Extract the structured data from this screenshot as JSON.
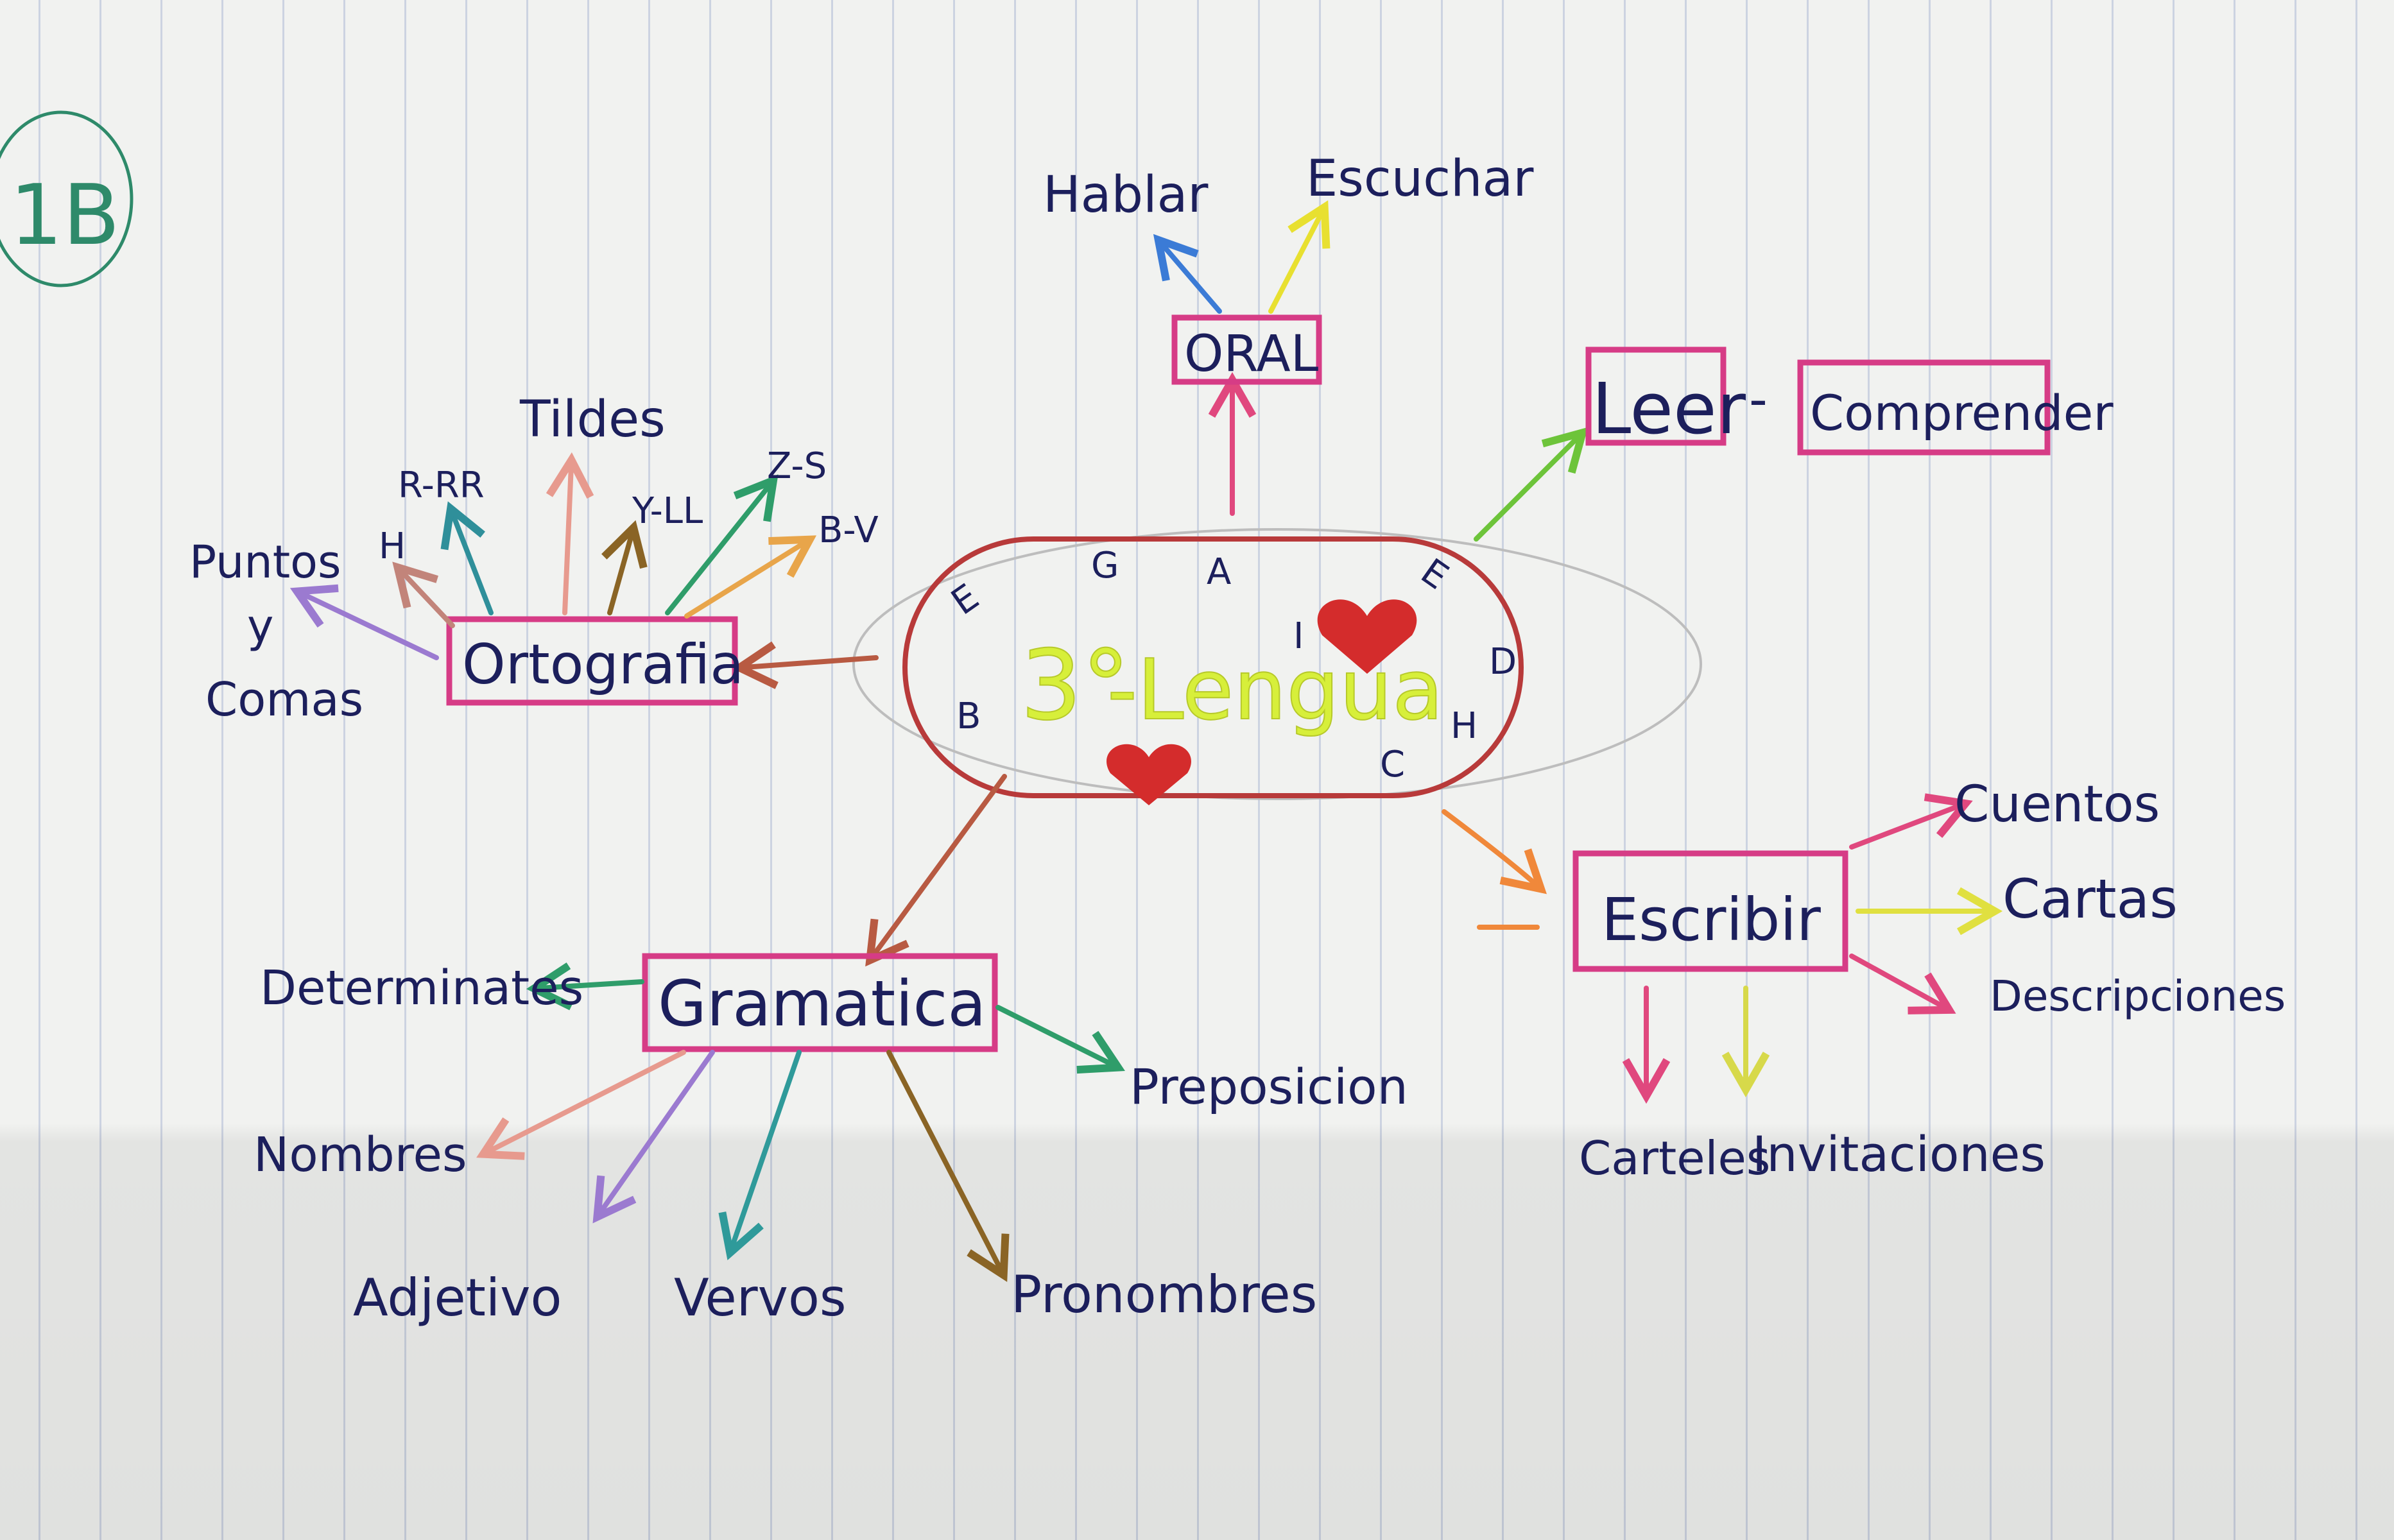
{
  "corner_mark": "1B",
  "center": {
    "title_number": "3°",
    "title_word": "-Lengua",
    "letters": [
      "E",
      "G",
      "A",
      "I",
      "E",
      "D",
      "H",
      "C",
      "B"
    ]
  },
  "oral": {
    "label": "ORAL",
    "children": [
      "Hablar",
      "Escuchar"
    ]
  },
  "leer": {
    "label": "Leer",
    "dash": "-",
    "partner": "Comprender"
  },
  "ortografia": {
    "label": "Ortografia",
    "children": [
      "Tildes",
      "R-RR",
      "Y-LL",
      "Z-S",
      "B-V",
      "H",
      "Puntos",
      "y",
      "Comas"
    ]
  },
  "gramatica": {
    "label": "Gramatica",
    "children": [
      "Determinates",
      "Nombres",
      "Adjetivo",
      "Vervos",
      "Pronombres",
      "Preposicion"
    ]
  },
  "escribir": {
    "label": "Escribir",
    "children": [
      "Cuentos",
      "Cartas",
      "Descripciones",
      "Carteles",
      "Invitaciones"
    ]
  },
  "colors": {
    "box": "#d63c86",
    "ink": "#1c1f5c",
    "center_outline": "#b83a3a",
    "title": "#d7ef3a",
    "heart": "#d42c2c"
  }
}
